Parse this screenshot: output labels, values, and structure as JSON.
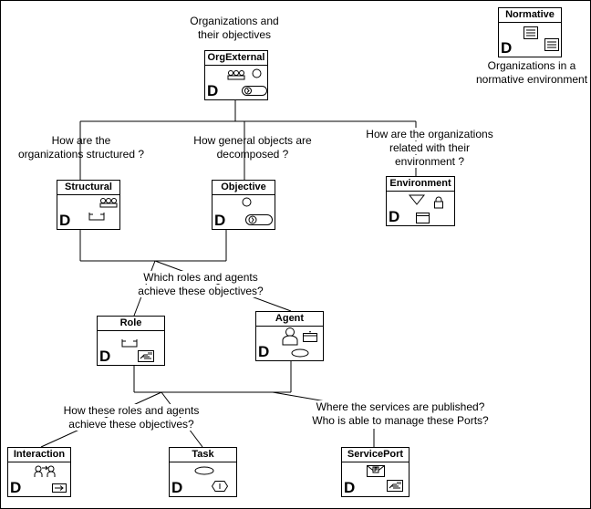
{
  "questions": {
    "org_objectives": "Organizations and\ntheir objectives",
    "normative_env": "Organizations in a\nnormative environment",
    "structured": "How are the\norganizations structured ?",
    "decomposed": "How general objects are\ndecomposed ?",
    "environment": "How are the organizations\nrelated with their\nenvironment ?",
    "roles_agents": "Which roles and agents\nachieve these objectives?",
    "how_roles": "How these roles and agents\nachieve these objectives?",
    "services": "Where the services are published?\nWho is able to manage these Ports?"
  },
  "boxes": {
    "normative": "Normative",
    "orgexternal": "OrgExternal",
    "structural": "Structural",
    "objective": "Objective",
    "environment": "Environment",
    "role": "Role",
    "agent": "Agent",
    "interaction": "Interaction",
    "task": "Task",
    "serviceport": "ServicePort"
  },
  "diagram_mark": "D",
  "icons": {
    "normative": [
      "document-icon",
      "document-icon"
    ],
    "orgexternal": [
      "group-icon",
      "circle-icon",
      "pill-arrow-icon"
    ],
    "structural": [
      "group-icon",
      "tray-icon"
    ],
    "objective": [
      "circle-icon",
      "pill-arrow-icon"
    ],
    "environment": [
      "triangle-icon",
      "lock-icon",
      "window-icon"
    ],
    "role": [
      "tray-icon",
      "hand-card-icon"
    ],
    "agent": [
      "person-icon",
      "envelope-icon",
      "ellipse-icon"
    ],
    "interaction": [
      "people-exchange-icon",
      "arrow-box-icon"
    ],
    "task": [
      "ellipse-icon",
      "info-hexagon-icon"
    ],
    "serviceport": [
      "mail-p-icon",
      "hand-card-icon"
    ]
  }
}
